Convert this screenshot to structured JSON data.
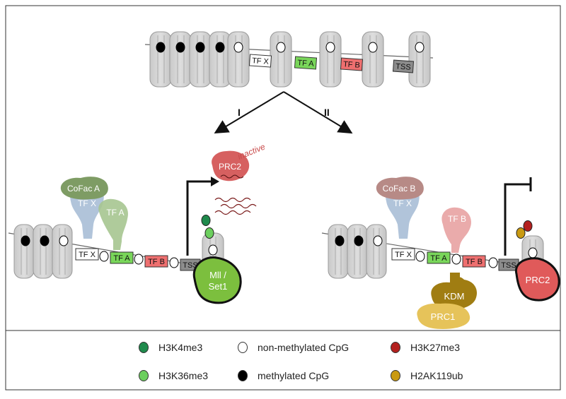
{
  "boxes": {
    "tf_x": "TF X",
    "tf_a": "TF A",
    "tf_b": "TF B",
    "tss": "TSS"
  },
  "arrows": {
    "left_label": "I",
    "right_label": "II"
  },
  "proteins": {
    "cofac_a": "CoFac A",
    "cofac_b": "CoFac B",
    "tf_x": "TF X",
    "tf_a": "TF A",
    "tf_b": "TF B",
    "prc2": "PRC2",
    "prc2_status": "inactive",
    "mll_line1": "Mll /",
    "mll_line2": "Set1",
    "kdm": "KDM",
    "prc1": "PRC1"
  },
  "legend": {
    "h3k4me3": "H3K4me3",
    "h3k36me3": "H3K36me3",
    "non_methylated": "non-methylated CpG",
    "methylated": "methylated CpG",
    "h3k27me3": "H3K27me3",
    "h2ak119ub": "H2AK119ub"
  },
  "colors": {
    "h3k4me3": "#1f8a4c",
    "h3k36me3": "#6ccf5e",
    "h3k27me3": "#b3201e",
    "h2ak119ub": "#c99a12",
    "tf_a_box": "#79d65a",
    "tf_b_box": "#ee6f6f",
    "tss_box": "#8c8c8c"
  }
}
